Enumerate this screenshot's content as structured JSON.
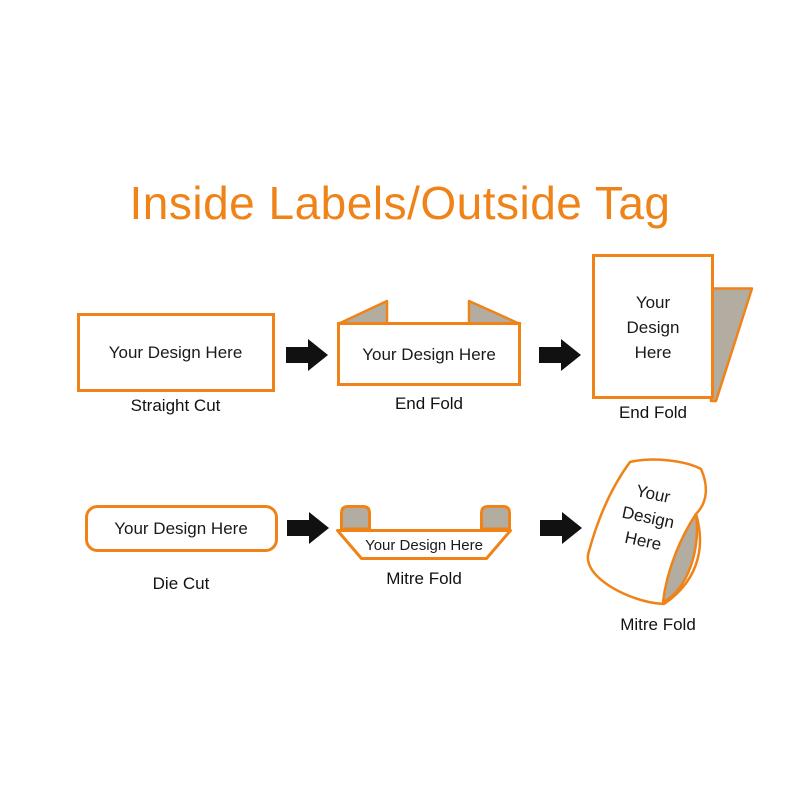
{
  "title": "Inside Labels/Outside Tag",
  "colors": {
    "accent_orange": "#EF8318",
    "fold_gray": "#B3ACA0",
    "arrow_black": "#111111",
    "text_black": "#1a1a1a",
    "background": "#ffffff"
  },
  "items": {
    "straight_cut": {
      "design_text": "Your Design Here",
      "label": "Straight Cut"
    },
    "end_fold_flat": {
      "design_text": "Your Design Here",
      "label": "End Fold"
    },
    "end_fold_folded": {
      "design_lines": [
        "Your",
        "Design",
        "Here"
      ],
      "label": "End Fold"
    },
    "die_cut": {
      "design_text": "Your Design Here",
      "label": "Die Cut"
    },
    "mitre_fold_flat": {
      "design_text": "Your Design Here",
      "label": "Mitre Fold"
    },
    "mitre_fold_folded": {
      "design_lines": [
        "Your",
        "Design",
        "Here"
      ],
      "label": "Mitre Fold"
    }
  }
}
